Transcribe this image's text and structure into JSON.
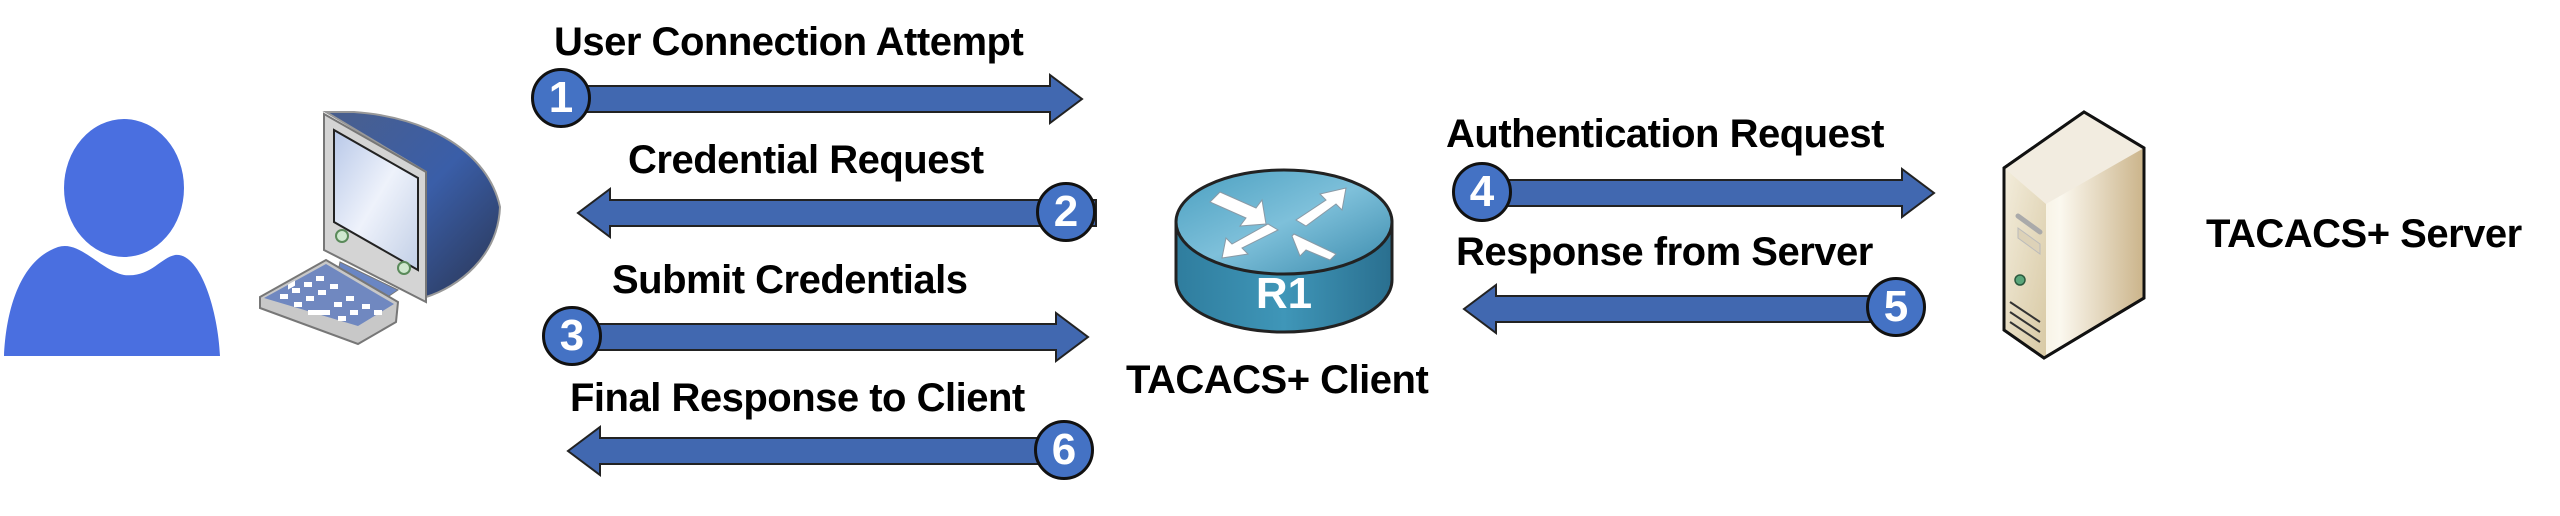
{
  "diagram": {
    "title": "TACACS+ Authentication Flow",
    "nodes": {
      "user": {
        "icon": "user-icon"
      },
      "workstation": {
        "icon": "computer-icon"
      },
      "router": {
        "icon": "router-icon",
        "device_label": "R1",
        "caption": "TACACS+ Client"
      },
      "server": {
        "icon": "server-icon",
        "caption": "TACACS+ Server"
      }
    },
    "steps": [
      {
        "number": "1",
        "label": "User Connection Attempt",
        "direction": "right",
        "from": "workstation",
        "to": "router"
      },
      {
        "number": "2",
        "label": "Credential Request",
        "direction": "left",
        "from": "router",
        "to": "workstation"
      },
      {
        "number": "3",
        "label": "Submit Credentials",
        "direction": "right",
        "from": "workstation",
        "to": "router"
      },
      {
        "number": "4",
        "label": "Authentication Request",
        "direction": "right",
        "from": "router",
        "to": "server"
      },
      {
        "number": "5",
        "label": "Response from Server",
        "direction": "left",
        "from": "server",
        "to": "router"
      },
      {
        "number": "6",
        "label": "Final Response to Client",
        "direction": "left",
        "from": "router",
        "to": "workstation"
      }
    ],
    "colors": {
      "arrow_fill": "#4168b0",
      "badge_fill": "#4472c4",
      "user_fill": "#4a6fe0",
      "router_fill": "#3c93b5",
      "server_fill": "#e6dcc4"
    }
  }
}
